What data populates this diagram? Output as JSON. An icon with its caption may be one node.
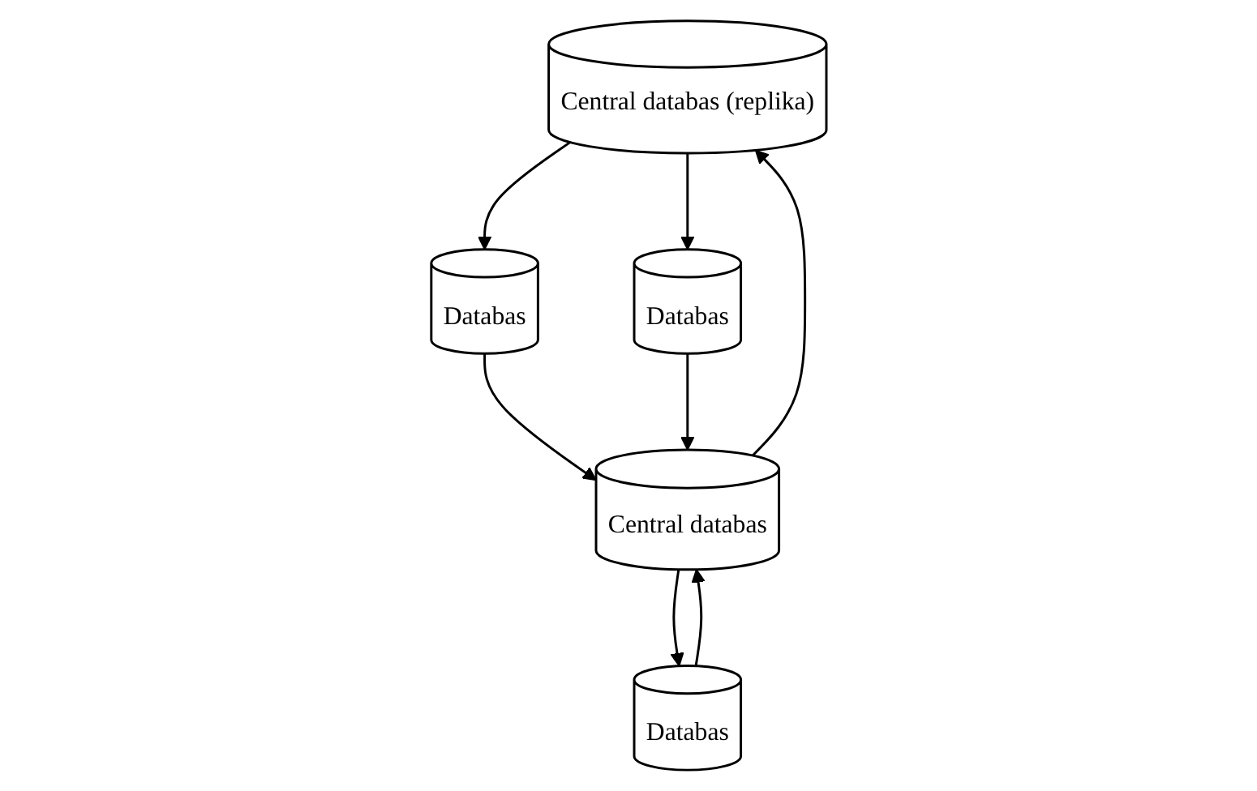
{
  "diagram": {
    "nodes": [
      {
        "text": [
          "Central databas (replika)"
        ]
      },
      {
        "text": [
          "Databas"
        ]
      },
      {
        "text": [
          "Databas"
        ]
      },
      {
        "text": [
          "Central databas"
        ]
      },
      {
        "text": [
          "Databas"
        ]
      }
    ],
    "edges": [
      {
        "from": 0,
        "to": 1,
        "arrow": "to"
      },
      {
        "from": 0,
        "to": 2,
        "arrow": "to"
      },
      {
        "from": 3,
        "to": 0,
        "arrow": "to"
      },
      {
        "from": 1,
        "to": 3,
        "arrow": "to"
      },
      {
        "from": 2,
        "to": 3,
        "arrow": "to"
      },
      {
        "from": 4,
        "to": 3,
        "arrow": "to"
      },
      {
        "from": 3,
        "to": 4,
        "arrow": "to"
      }
    ]
  }
}
